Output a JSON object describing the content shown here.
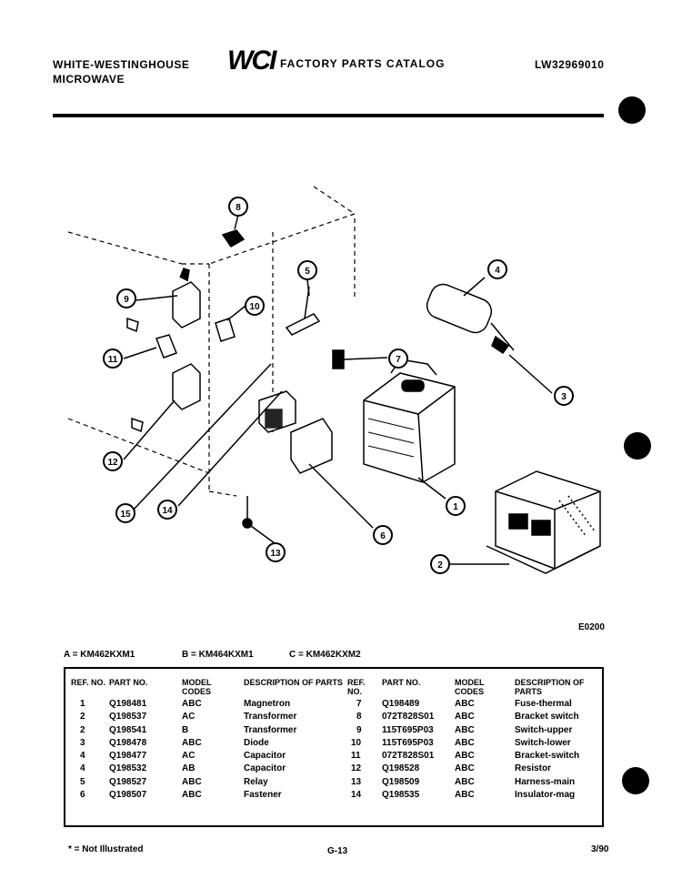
{
  "header": {
    "brand_line1": "WHITE-WESTINGHOUSE",
    "brand_line2": "MICROWAVE",
    "logo": "WCI",
    "catalog": "FACTORY PARTS CATALOG",
    "model_number": "LW32969010"
  },
  "diagram": {
    "figure_code": "E0200",
    "callouts": [
      "1",
      "2",
      "3",
      "4",
      "5",
      "6",
      "7",
      "8",
      "9",
      "10",
      "11",
      "12",
      "13",
      "14",
      "15"
    ]
  },
  "models": {
    "a": "A = KM462KXM1",
    "b": "B = KM464KXM1",
    "c": "C = KM462KXM2"
  },
  "table": {
    "headers": {
      "ref": "REF. NO.",
      "part": "PART NO.",
      "codes": "MODEL CODES",
      "desc": "DESCRIPTION OF PARTS"
    },
    "left_rows": [
      {
        "ref": "1",
        "part": "Q198481",
        "codes": "ABC",
        "desc": "Magnetron"
      },
      {
        "ref": "2",
        "part": "Q198537",
        "codes": "AC",
        "desc": "Transformer"
      },
      {
        "ref": "2",
        "part": "Q198541",
        "codes": "B",
        "desc": "Transformer"
      },
      {
        "ref": "3",
        "part": "Q198478",
        "codes": "ABC",
        "desc": "Diode"
      },
      {
        "ref": "4",
        "part": "Q198477",
        "codes": "AC",
        "desc": "Capacitor"
      },
      {
        "ref": "4",
        "part": "Q198532",
        "codes": "AB",
        "desc": "Capacitor"
      },
      {
        "ref": "5",
        "part": "Q198527",
        "codes": "ABC",
        "desc": "Relay"
      },
      {
        "ref": "6",
        "part": "Q198507",
        "codes": "ABC",
        "desc": "Fastener"
      }
    ],
    "right_rows": [
      {
        "ref": "7",
        "part": "Q198489",
        "codes": "ABC",
        "desc": "Fuse-thermal"
      },
      {
        "ref": "8",
        "part": "072T828S01",
        "codes": "ABC",
        "desc": "Bracket switch"
      },
      {
        "ref": "9",
        "part": "115T695P03",
        "codes": "ABC",
        "desc": "Switch-upper"
      },
      {
        "ref": "10",
        "part": "115T695P03",
        "codes": "ABC",
        "desc": "Switch-lower"
      },
      {
        "ref": "11",
        "part": "072T828S01",
        "codes": "ABC",
        "desc": "Bracket-switch"
      },
      {
        "ref": "12",
        "part": "Q198528",
        "codes": "ABC",
        "desc": "Resistor"
      },
      {
        "ref": "13",
        "part": "Q198509",
        "codes": "ABC",
        "desc": "Harness-main"
      },
      {
        "ref": "14",
        "part": "Q198535",
        "codes": "ABC",
        "desc": "Insulator-mag"
      }
    ]
  },
  "footer": {
    "note": "* = Not Illustrated",
    "page": "G-13",
    "date": "3/90"
  }
}
